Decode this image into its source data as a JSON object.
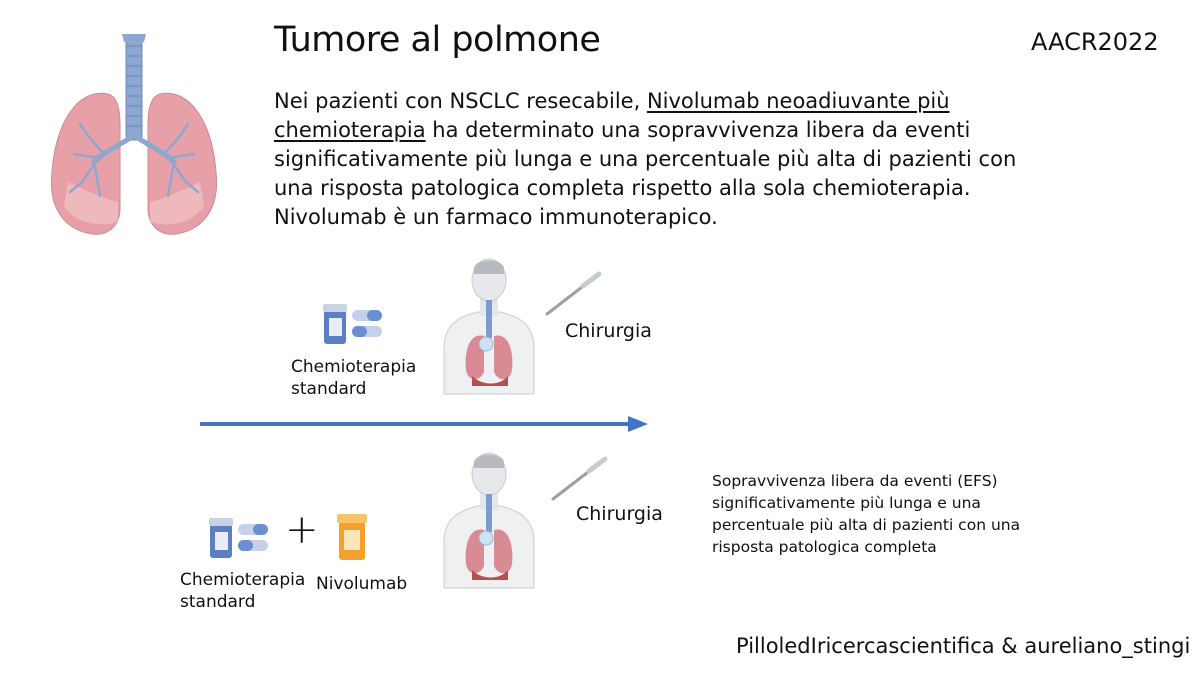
{
  "header": {
    "title": "Tumore al polmone",
    "tag": "AACR2022"
  },
  "summary": {
    "prefix": "Nei pazienti con NSCLC resecabile, ",
    "underlined": "Nivolumab neoadiuvante più chemioterapia",
    "rest": " ha determinato una sopravvivenza libera da eventi significativamente più lunga e una percentuale più alta di pazienti con una risposta patologica completa rispetto alla sola chemioterapia. Nivolumab è un farmaco immunoterapico."
  },
  "arm_standard": {
    "treatment_label": "Chemioterapia standard",
    "surgery_label": "Chirurgia"
  },
  "arm_combo": {
    "treatment_label": "Chemioterapia standard",
    "plus_symbol": "+",
    "drug_label": "Nivolumab",
    "surgery_label": "Chirurgia"
  },
  "outcome": {
    "text": "Sopravvivenza libera da eventi (EFS) significativamente più lunga e una percentuale più alta di pazienti con una risposta patologica completa"
  },
  "footer": {
    "credits": "PilloledIricercascientifica & aureliano_stingi"
  },
  "colors": {
    "arrow": "#4472c4",
    "lung": "#e8a0a8",
    "bronchi": "#8ea7cf",
    "pill_blue": "#5b7fc0",
    "pill_orange": "#f3a12c"
  },
  "icons": [
    "lungs-icon",
    "medicine-bottle-icon",
    "capsules-icon",
    "human-torso-icon",
    "scalpel-icon",
    "pill-bottle-orange-icon"
  ]
}
